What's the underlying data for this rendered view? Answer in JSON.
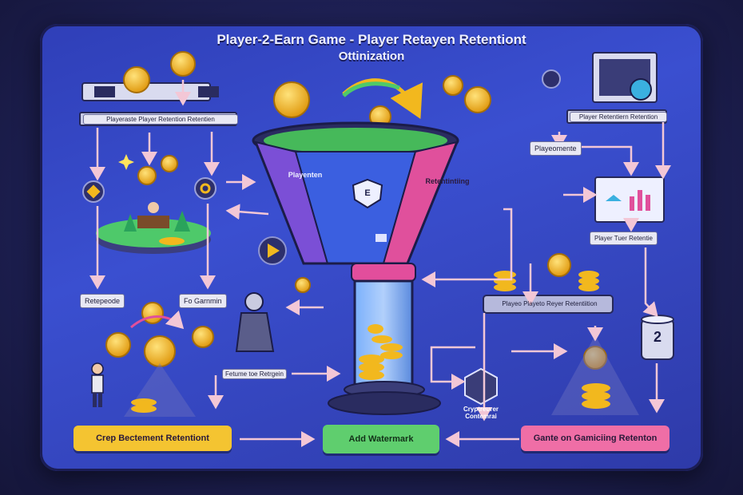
{
  "title_line1": "Player-2-Earn Game - Player Retayen Retentiont",
  "title_line2": "Ottinization",
  "labels": {
    "top_left_bar": "Playeraste Player Retention Retentien",
    "top_right_bar": "Player Retentiern Retention",
    "right_mid_label": "Playeomente",
    "right_monitor_label": "Player Tuer Retentie",
    "left_label_1": "Retepeode",
    "left_label_2": "Fo Garnmin",
    "mid_right_platform": "Playeo Playeto Reyer Retentiition",
    "bottom_mid_caption": "Fetume toe Retrgein",
    "crypto_caption": "Cryptreurer Contemrai"
  },
  "funnel": {
    "left_text": "Playenten",
    "right_text": "Retentintiing",
    "center_icon": "shield-e-icon"
  },
  "buttons": {
    "left": "Crep Bectement Retentiont",
    "center": "Add Watermark",
    "right": "Gante on Gamiciing Retenton"
  },
  "badge_number": "2",
  "colors": {
    "board": "#3a4fd0",
    "funnel_purple": "#7b4fd6",
    "funnel_blue": "#3b5fe0",
    "funnel_pink": "#e0509c",
    "coin": "#f2b81e",
    "btn_yellow": "#f4c431",
    "btn_green": "#5fce6e",
    "btn_pink": "#ef6ea6",
    "arrow": "#f3c7d6"
  }
}
